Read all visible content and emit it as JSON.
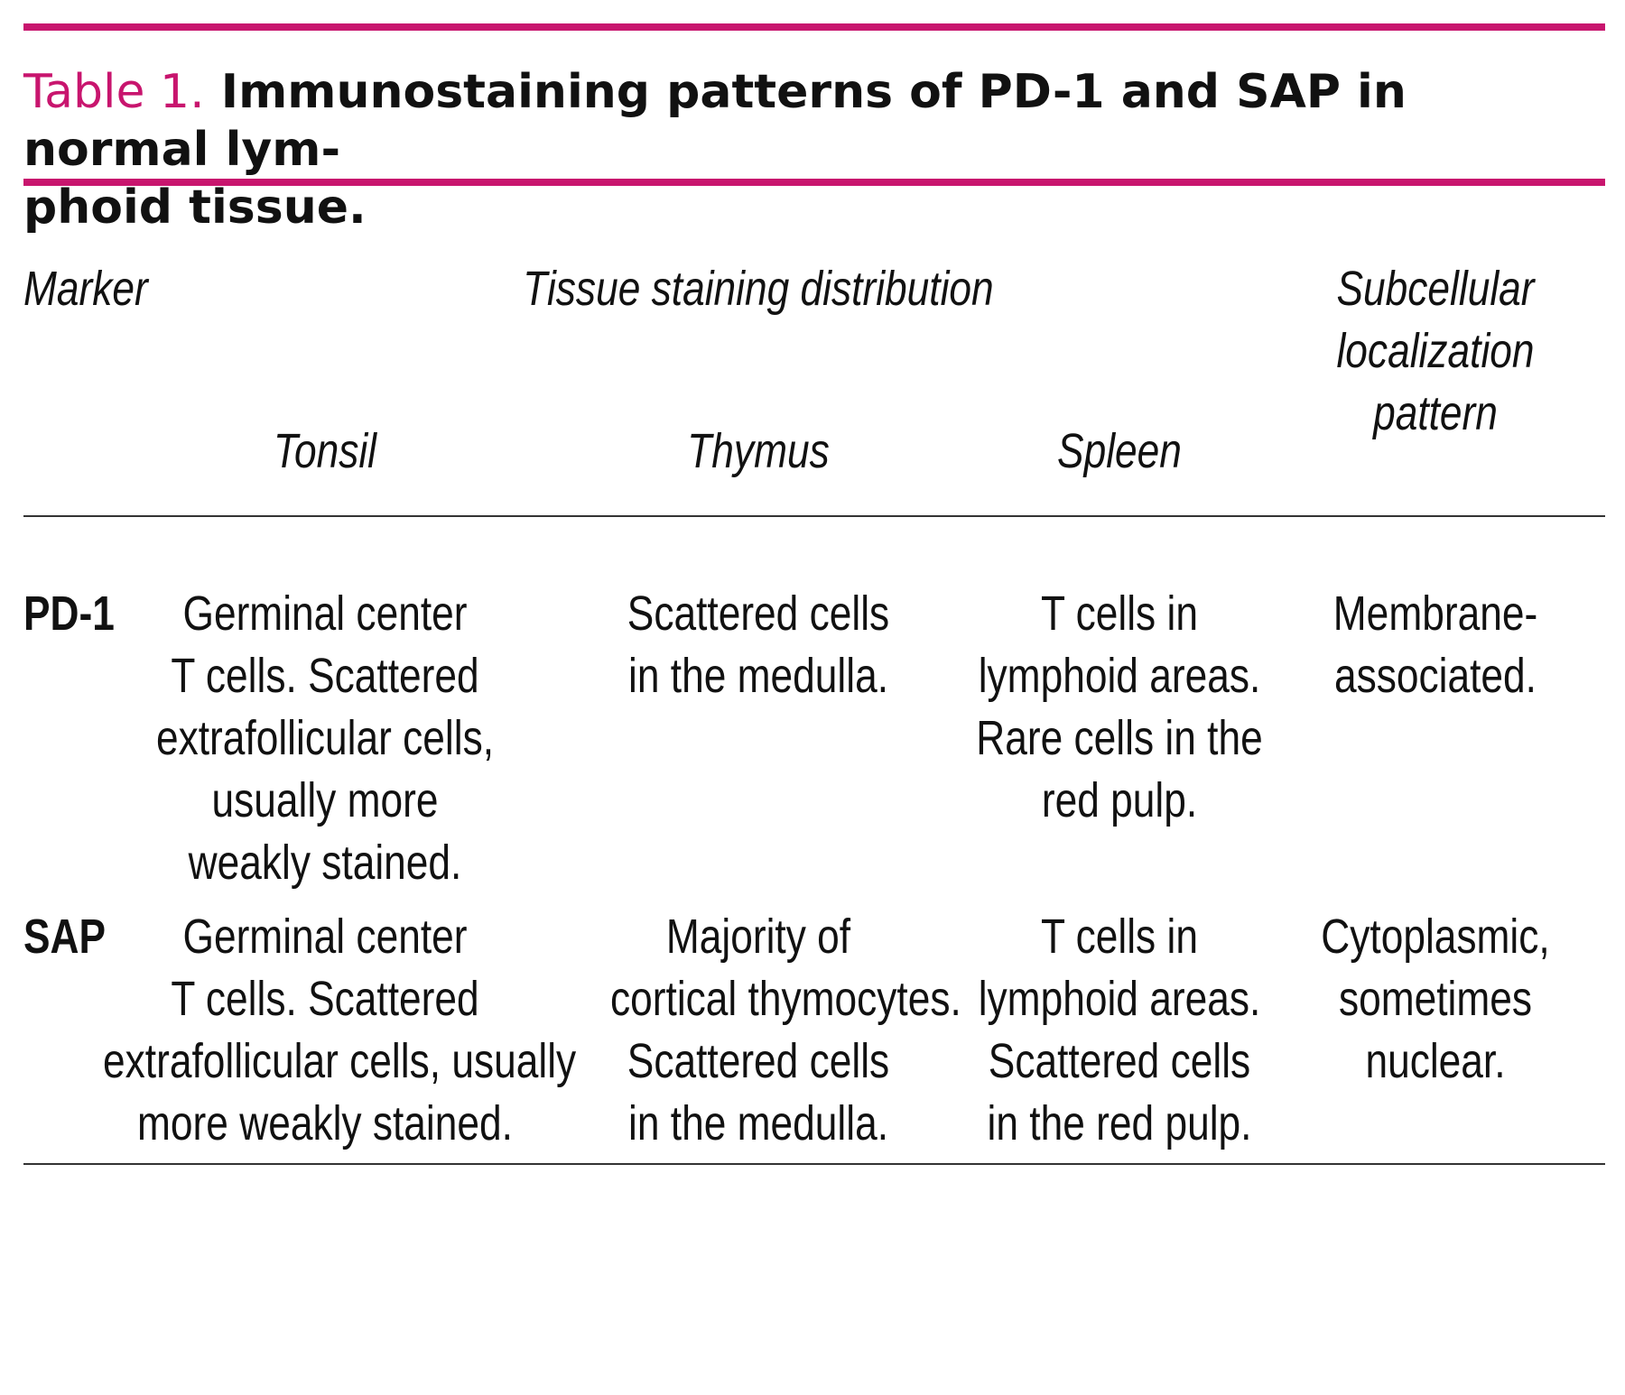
{
  "table": {
    "label": "Table 1.",
    "title": "Immunostaining patterns of PD-1 and SAP in normal lym-\nphoid tissue.",
    "headers": {
      "marker": "Marker",
      "group": "Tissue staining distribution",
      "subcellular": [
        "Subcellular",
        "localization",
        "pattern"
      ],
      "tonsil": "Tonsil",
      "thymus": "Thymus",
      "spleen": "Spleen"
    },
    "rows": [
      {
        "marker": "PD-1",
        "tonsil": [
          "Germinal center",
          "T cells. Scattered",
          "extrafollicular cells,",
          "usually more",
          "weakly stained."
        ],
        "thymus": [
          "Scattered cells",
          "in the medulla."
        ],
        "spleen": [
          "T cells in",
          "lymphoid areas.",
          "Rare cells in the",
          "red pulp."
        ],
        "subcellular": [
          "Membrane-",
          "associated."
        ]
      },
      {
        "marker": "SAP",
        "tonsil": [
          "Germinal center",
          "T cells. Scattered",
          "extrafollicular cells, usually",
          "more weakly stained."
        ],
        "thymus": [
          "Majority of",
          "cortical thymocytes.",
          "Scattered cells",
          "in the medulla."
        ],
        "spleen": [
          "T cells in",
          "lymphoid areas.",
          "Scattered cells",
          "in the red pulp."
        ],
        "subcellular": [
          "Cytoplasmic,",
          "sometimes",
          "nuclear."
        ]
      }
    ]
  }
}
